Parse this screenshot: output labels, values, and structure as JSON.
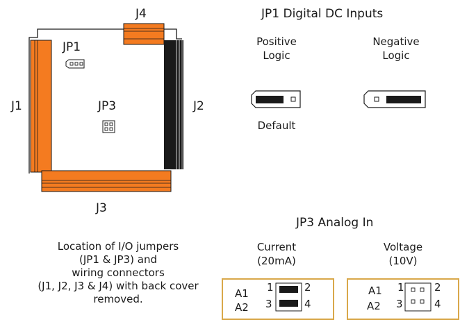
{
  "connectors": {
    "j1": "J1",
    "j2": "J2",
    "j3": "J3",
    "j4": "J4",
    "jp1": "JP1",
    "jp3": "JP3"
  },
  "jp1_section": {
    "title": "JP1 Digital DC Inputs",
    "positive": [
      "Positive",
      "Logic"
    ],
    "negative": [
      "Negative",
      "Logic"
    ],
    "default_label": "Default"
  },
  "jp3_section": {
    "title": "JP3 Analog In",
    "current": [
      "Current",
      "(20mA)"
    ],
    "voltage": [
      "Voltage",
      "(10V)"
    ],
    "rows": [
      "A1",
      "A2"
    ],
    "pins_left": [
      "1",
      "3"
    ],
    "pins_right": [
      "2",
      "4"
    ]
  },
  "caption": [
    "Location of I/O jumpers",
    "(JP1 & JP3) and",
    "wiring connectors",
    "(J1, J2, J3 & J4) with back cover",
    "removed."
  ],
  "colors": {
    "orange": "#F47B20",
    "gold_border": "#D9A84A",
    "dark": "#1a1a1a"
  }
}
